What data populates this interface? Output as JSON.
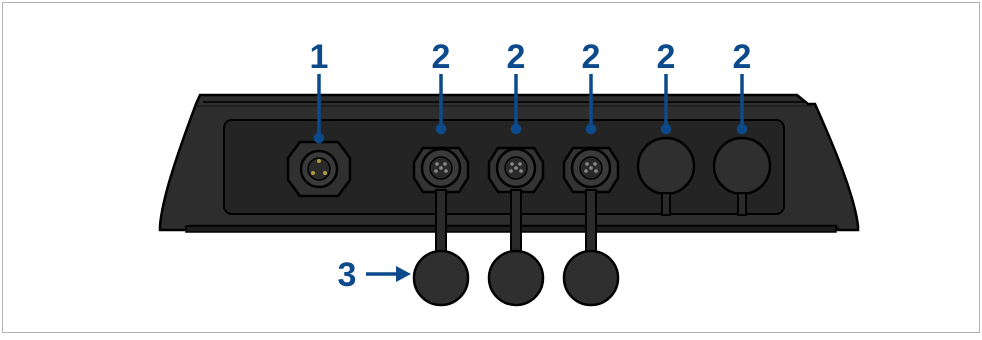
{
  "callouts": [
    {
      "id": "c1",
      "label": "1"
    },
    {
      "id": "c2a",
      "label": "2"
    },
    {
      "id": "c2b",
      "label": "2"
    },
    {
      "id": "c2c",
      "label": "2"
    },
    {
      "id": "c2d",
      "label": "2"
    },
    {
      "id": "c2e",
      "label": "2"
    },
    {
      "id": "c3",
      "label": "3"
    }
  ],
  "colors": {
    "callout": "#0c4a8c",
    "housing": "#2d2d2d",
    "recess": "#222222",
    "connector": "#3a3a3a",
    "outline": "#000000",
    "border": "#b3b3b3"
  }
}
